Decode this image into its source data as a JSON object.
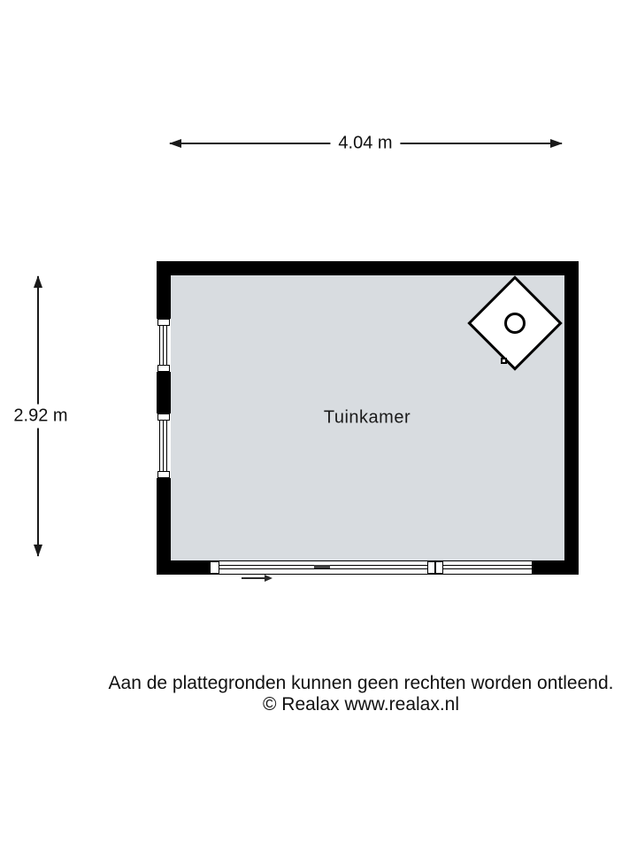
{
  "dimensions": {
    "width": {
      "label": "4.04 m"
    },
    "height": {
      "label": "2.92 m"
    }
  },
  "room": {
    "label": "Tuinkamer"
  },
  "features": {
    "stove": "wood-stove in top-right corner",
    "sliding_door": {
      "direction": "right"
    },
    "windows": [
      "left-wall upper window",
      "left-wall lower window",
      "bottom-right window"
    ]
  },
  "colors": {
    "wall": "#000000",
    "floor": "#d8dce0",
    "dimension_line": "#1a1a1a",
    "page_background": "#ffffff"
  },
  "footer": {
    "disclaimer": "Aan de plattegronden kunnen geen rechten worden ontleend.",
    "credit": "© Realax www.realax.nl"
  }
}
